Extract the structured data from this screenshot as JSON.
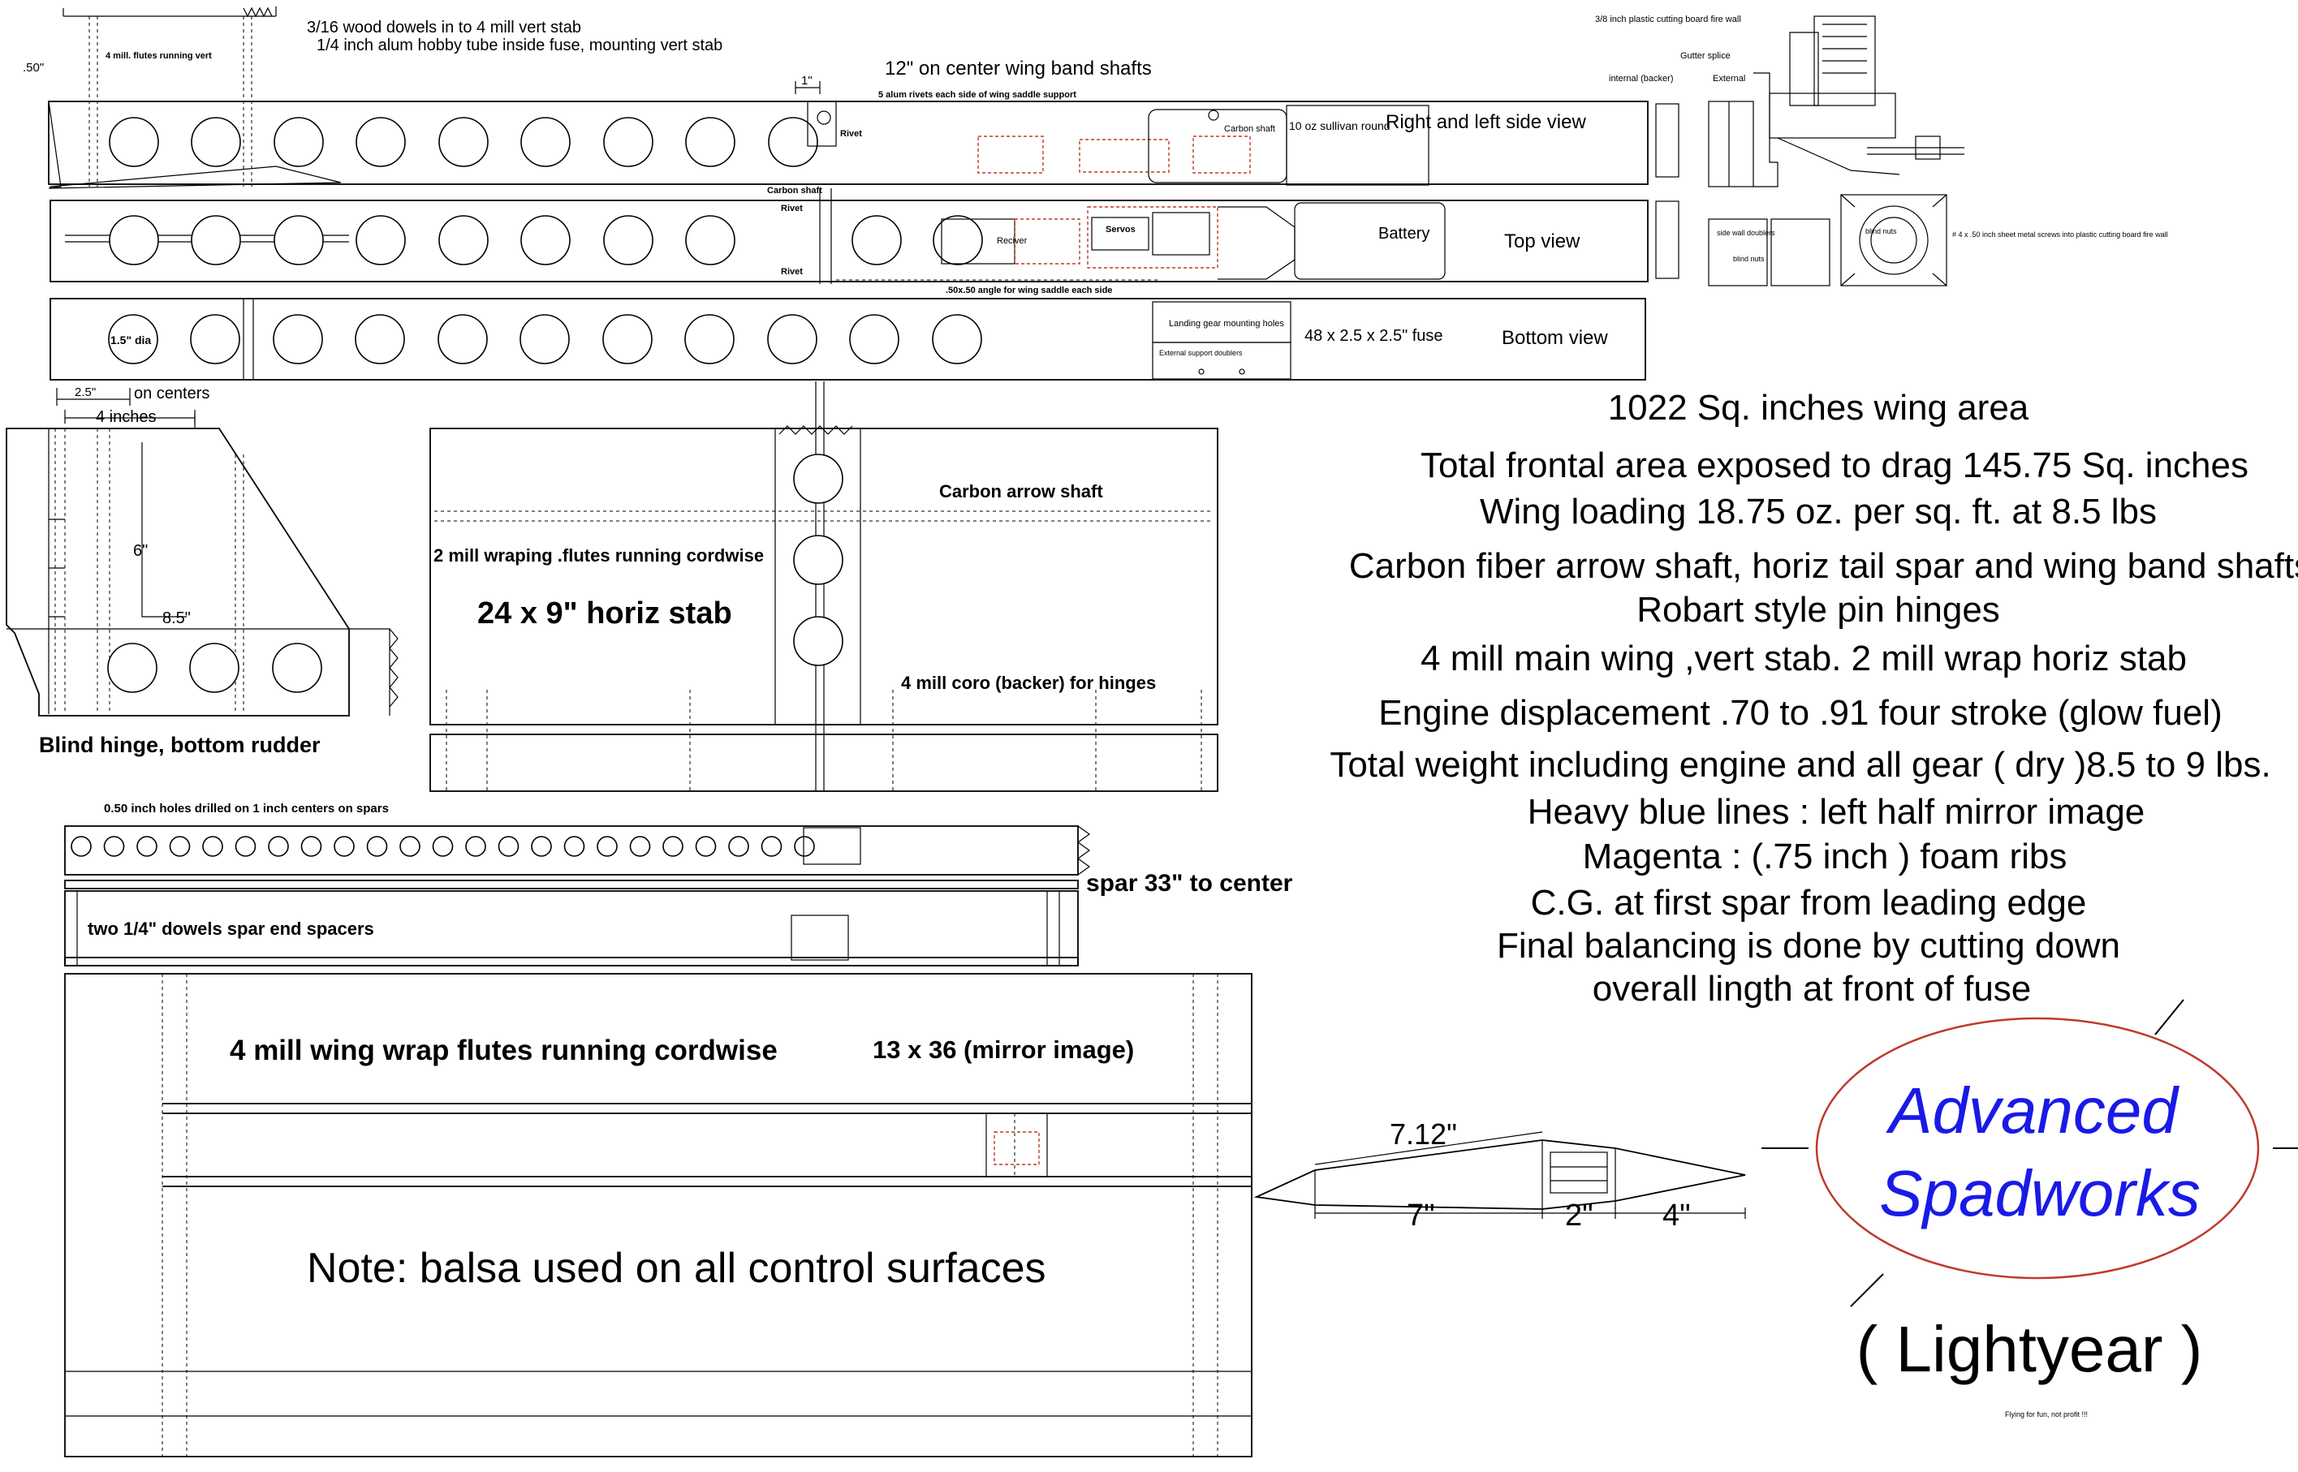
{
  "colors": {
    "line": "#000000",
    "accent_red": "#c0392b",
    "logo_blue": "#1a1ae6"
  },
  "fuselage": {
    "dowels_note": "3/16 wood dowels in to 4 mill vert stab",
    "tube_note": "1/4 inch alum hobby tube inside fuse, mounting vert stab",
    "flutes_note": "4 mill. flutes running vert",
    "wing_band_note": "12\" on center wing band shafts",
    "rivets_note": "5 alum rivets each side of wing saddle support",
    "dim_50": ".50\"",
    "dim_1": "1\"",
    "rivet": "Rivet",
    "carbon_shaft": "Carbon shaft",
    "tank": "10 oz sullivan round",
    "side_view": "Right and left side view",
    "top_view": "Top view",
    "bottom_view": "Bottom view",
    "receiver": "Reciver",
    "servos": "Servos",
    "battery": "Battery",
    "angle_note": ".50x.50 angle for wing saddle each side",
    "landing_gear": "Landing gear mounting holes",
    "ext_doublers": "External support doublers",
    "fuse_size": "48 x 2.5 x 2.5\" fuse",
    "hole_dia": "1.5\" dia",
    "dim_25": "2.5\"",
    "on_centers": "on centers",
    "dim_4in": "4 inches"
  },
  "firewall": {
    "title": "3/8 inch plastic cutting board fire wall",
    "gutter": "Gutter splice",
    "internal": "internal (backer)",
    "external": "External",
    "side_doublers": "side wall doublers",
    "blind_nuts": "blind nuts",
    "blind_nuts_label": "blind nuts",
    "screws": "# 4 x .50 inch sheet metal screws into plastic cutting board fire wall"
  },
  "rudder": {
    "dim_6": "6\"",
    "dim_85": "8.5\"",
    "caption": "Blind hinge, bottom rudder"
  },
  "stab": {
    "carbon": "Carbon arrow shaft",
    "wrap": "2 mill wraping .flutes running cordwise",
    "title": "24 x 9\" horiz stab",
    "coro": "4 mill coro (backer) for hinges"
  },
  "specs": [
    "1022 Sq. inches wing area",
    "Total frontal area exposed to drag 145.75 Sq. inches",
    "Wing loading 18.75 oz. per sq. ft. at 8.5 lbs",
    "Carbon fiber arrow shaft, horiz tail spar and wing band shafts",
    "Robart style pin hinges",
    "4 mill main wing ,vert stab. 2 mill wrap horiz stab",
    "Engine displacement .70 to .91 four stroke (glow fuel)",
    "Total weight including engine and all gear ( dry )8.5 to 9 lbs.",
    "Heavy blue lines : left half mirror image",
    "Magenta : (.75 inch ) foam ribs",
    "C.G. at first spar from leading edge",
    "Final balancing  is done by cutting down",
    "overall lingth at front of fuse"
  ],
  "spar": {
    "holes_note": "0.50 inch holes drilled on 1 inch centers on spars",
    "spar_len": "spar 33\" to center",
    "dowels": "two 1/4\" dowels spar end spacers"
  },
  "wing": {
    "wrap": "4 mill wing wrap flutes running cordwise",
    "size": "13 x 36 (mirror image)",
    "note": "Note: balsa used on all control surfaces"
  },
  "airfoil": {
    "d712": "7.12\"",
    "d7": "7\"",
    "d2": "2\"",
    "d4": "4\""
  },
  "logo": {
    "line1": "Advanced",
    "line2": "Spadworks",
    "model": "( Lightyear )"
  },
  "footer": {
    "tagline": "Flying for fun, not profit !!!"
  }
}
